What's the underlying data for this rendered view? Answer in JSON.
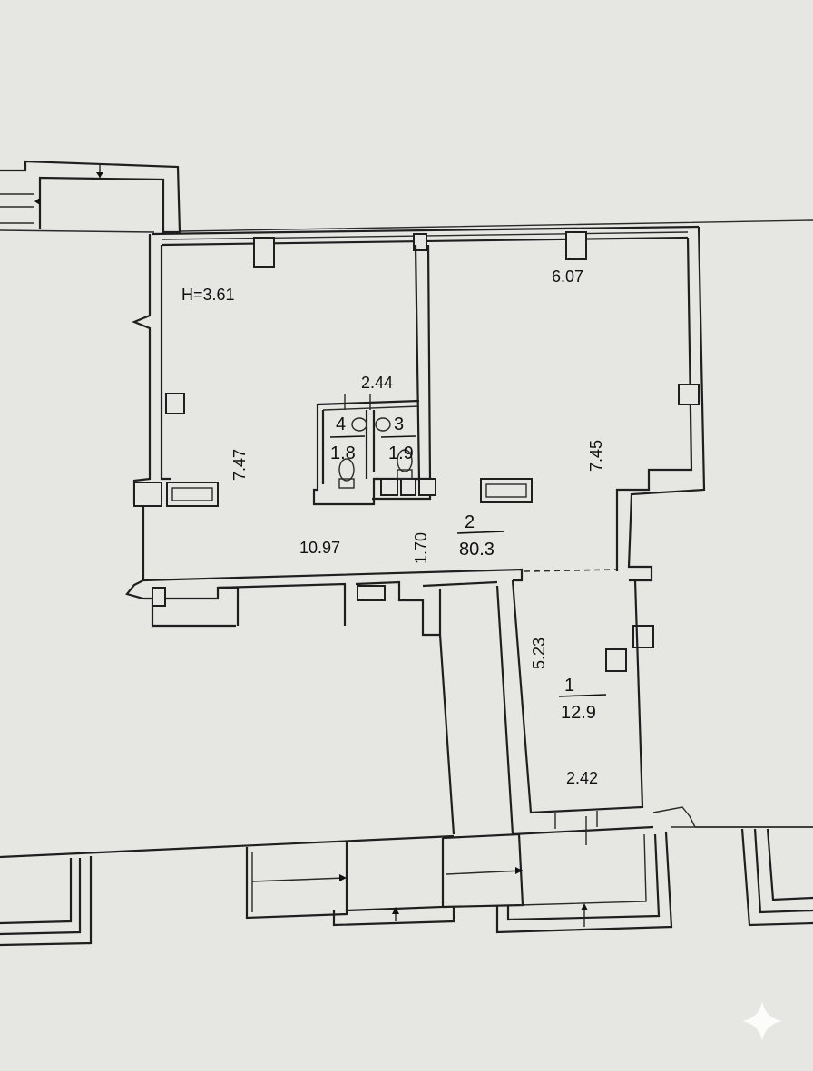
{
  "ceiling_height": "H=3.61",
  "dimensions": {
    "top_right_width": "6.07",
    "bathroom_width": "2.44",
    "left_height": "7.47",
    "right_height": "7.45",
    "hall_length": "10.97",
    "hall_width": "1.70",
    "room1_height": "5.23",
    "room1_width": "2.42"
  },
  "rooms": [
    {
      "number": "1",
      "area": "12.9"
    },
    {
      "number": "2",
      "area": "80.3"
    },
    {
      "number": "3",
      "area": "1.9"
    },
    {
      "number": "4",
      "area": "1.8"
    }
  ]
}
